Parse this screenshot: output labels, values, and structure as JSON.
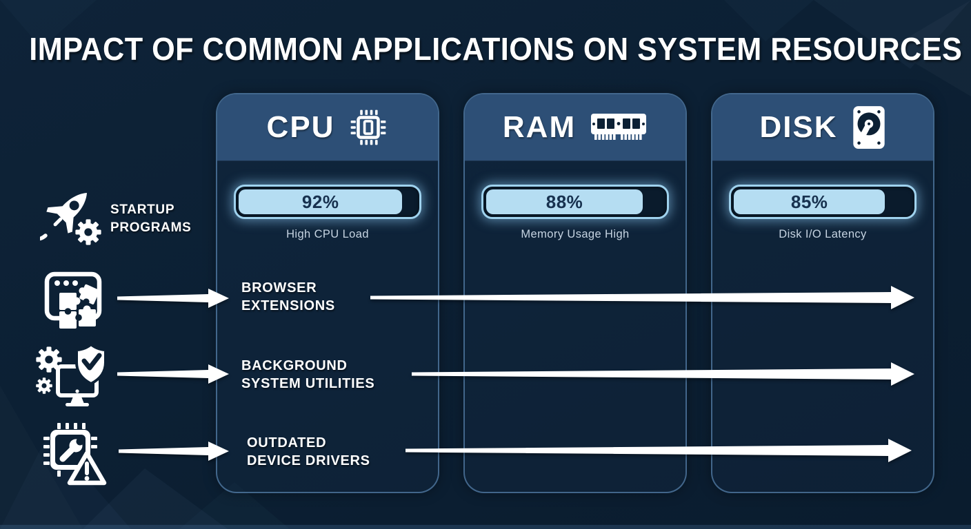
{
  "title": "IMPACT OF COMMON APPLICATIONS ON SYSTEM RESOURCES",
  "columns": [
    {
      "id": "cpu",
      "label": "CPU",
      "icon": "cpu-chip-icon",
      "usage_label": "92%",
      "usage_value": 92,
      "caption": "High CPU Load"
    },
    {
      "id": "ram",
      "label": "RAM",
      "icon": "ram-module-icon",
      "usage_label": "88%",
      "usage_value": 88,
      "caption": "Memory Usage High"
    },
    {
      "id": "disk",
      "label": "DISK",
      "icon": "hard-disk-icon",
      "usage_label": "85%",
      "usage_value": 85,
      "caption": "Disk I/O Latency"
    }
  ],
  "rows": [
    {
      "id": "startup-programs",
      "line1": "STARTUP",
      "line2": "PROGRAMS",
      "icon": "rocket-gear-icon"
    },
    {
      "id": "browser-extensions",
      "line1": "BROWSER",
      "line2": "EXTENSIONS",
      "icon": "browser-puzzle-icon"
    },
    {
      "id": "background-system-utilities",
      "line1": "BACKGROUND",
      "line2": "SYSTEM UTILITIES",
      "icon": "gears-monitor-shield-icon"
    },
    {
      "id": "outdated-device-drivers",
      "line1": "OUTDATED",
      "line2": "DEVICE DRIVERS",
      "icon": "chip-wrench-warning-icon"
    }
  ],
  "colors": {
    "background": "#0c2034",
    "column_header": "#2d4f76",
    "column_border": "#6e9fd2",
    "bar_fill": "#b5ddf2",
    "bar_glow": "#9fd2ee",
    "bar_text": "#17314f",
    "caption_text": "#c6d4e2",
    "text": "#ffffff"
  }
}
